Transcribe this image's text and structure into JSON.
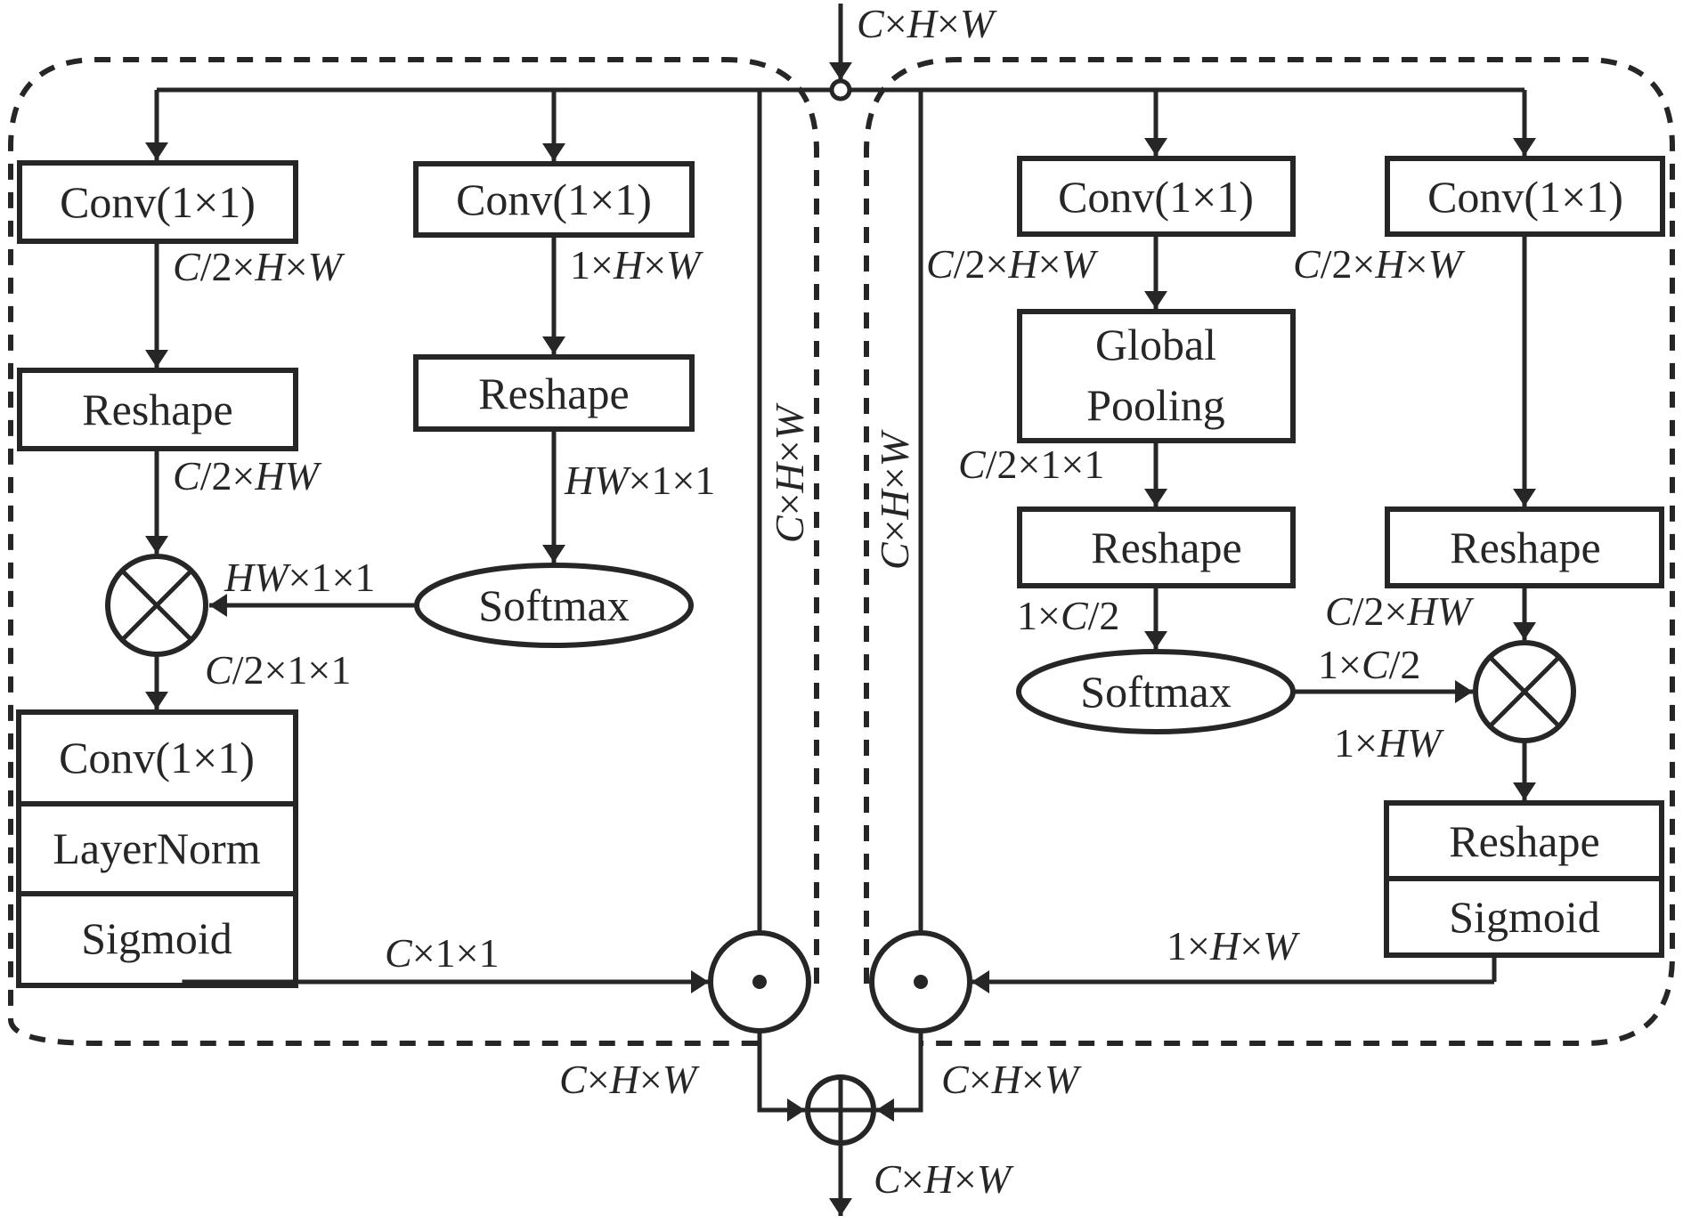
{
  "diagram": {
    "input_label": [
      "C",
      "×",
      "H",
      "×",
      "W"
    ],
    "output_label": [
      "C",
      "×",
      "H",
      "×",
      "W"
    ],
    "left_module": {
      "branch_a": {
        "conv": "Conv(1×1)",
        "conv_out": [
          "C",
          "/2×",
          "H",
          "×",
          "W"
        ],
        "reshape": "Reshape",
        "reshape_out": [
          "C",
          "/2×",
          "HW"
        ]
      },
      "branch_b": {
        "conv": "Conv(1×1)",
        "conv_out": [
          "1×",
          "H",
          "×",
          "W"
        ],
        "reshape": "Reshape",
        "reshape_out": [
          "HW",
          "×1×1"
        ],
        "softmax": "Softmax",
        "softmax_out": [
          "HW",
          "×1×1"
        ]
      },
      "matmul_out": [
        "C",
        "/2×1×1"
      ],
      "stack": [
        "Conv(1×1)",
        "LayerNorm",
        "Sigmoid"
      ],
      "stack_out": [
        "C",
        "×1×1"
      ],
      "skip_label": [
        "C",
        "×",
        "H",
        "×",
        "W"
      ],
      "product_out": [
        "C",
        "×",
        "H",
        "×",
        "W"
      ]
    },
    "right_module": {
      "branch_a": {
        "conv": "Conv(1×1)",
        "conv_out": [
          "C",
          "/2×",
          "H",
          "×",
          "W"
        ],
        "pool": [
          "Global",
          "Pooling"
        ],
        "pool_out": [
          "C",
          "/2×1×1"
        ],
        "reshape": "Reshape",
        "reshape_out": [
          "1×",
          "C",
          "/2"
        ],
        "softmax": "Softmax",
        "softmax_out": [
          "1×",
          "C",
          "/2"
        ]
      },
      "branch_b": {
        "conv": "Conv(1×1)",
        "conv_out": [
          "C",
          "/2×",
          "H",
          "×",
          "W"
        ],
        "reshape": "Reshape",
        "reshape_out": [
          "C",
          "/2×",
          "HW"
        ]
      },
      "matmul_out": [
        "1×",
        "HW"
      ],
      "stack": [
        "Reshape",
        "Sigmoid"
      ],
      "stack_out": [
        "1×",
        "H",
        "×",
        "W"
      ],
      "skip_label": [
        "C",
        "×",
        "H",
        "×",
        "W"
      ],
      "product_out": [
        "C",
        "×",
        "H",
        "×",
        "W"
      ]
    },
    "operators": {
      "matmul": "otimes-icon",
      "elementwise_mul": "odot-icon",
      "add": "oplus-icon",
      "split": "junction-icon"
    },
    "colors": {
      "ink": "#262626",
      "background": "#ffffff"
    }
  }
}
